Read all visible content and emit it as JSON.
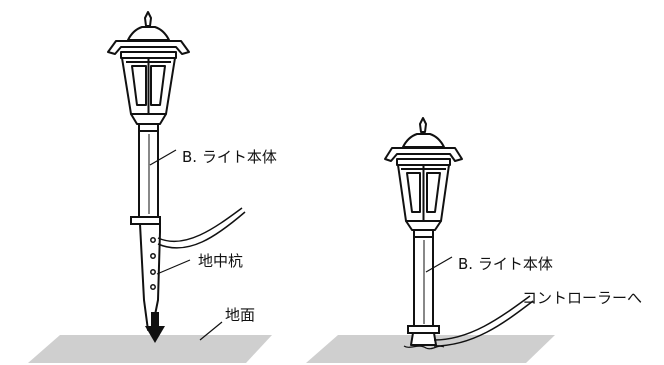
{
  "labels": {
    "left_light_body": "B. ライト本体",
    "stake": "地中杭",
    "ground": "地面",
    "right_light_body": "B. ライト本体",
    "to_controller": "コントローラーへ"
  },
  "colors": {
    "line": "#111111",
    "ground_fill": "#cfcfcf",
    "background": "#ffffff"
  },
  "icons": {
    "push_down": "arrow-down-icon"
  }
}
